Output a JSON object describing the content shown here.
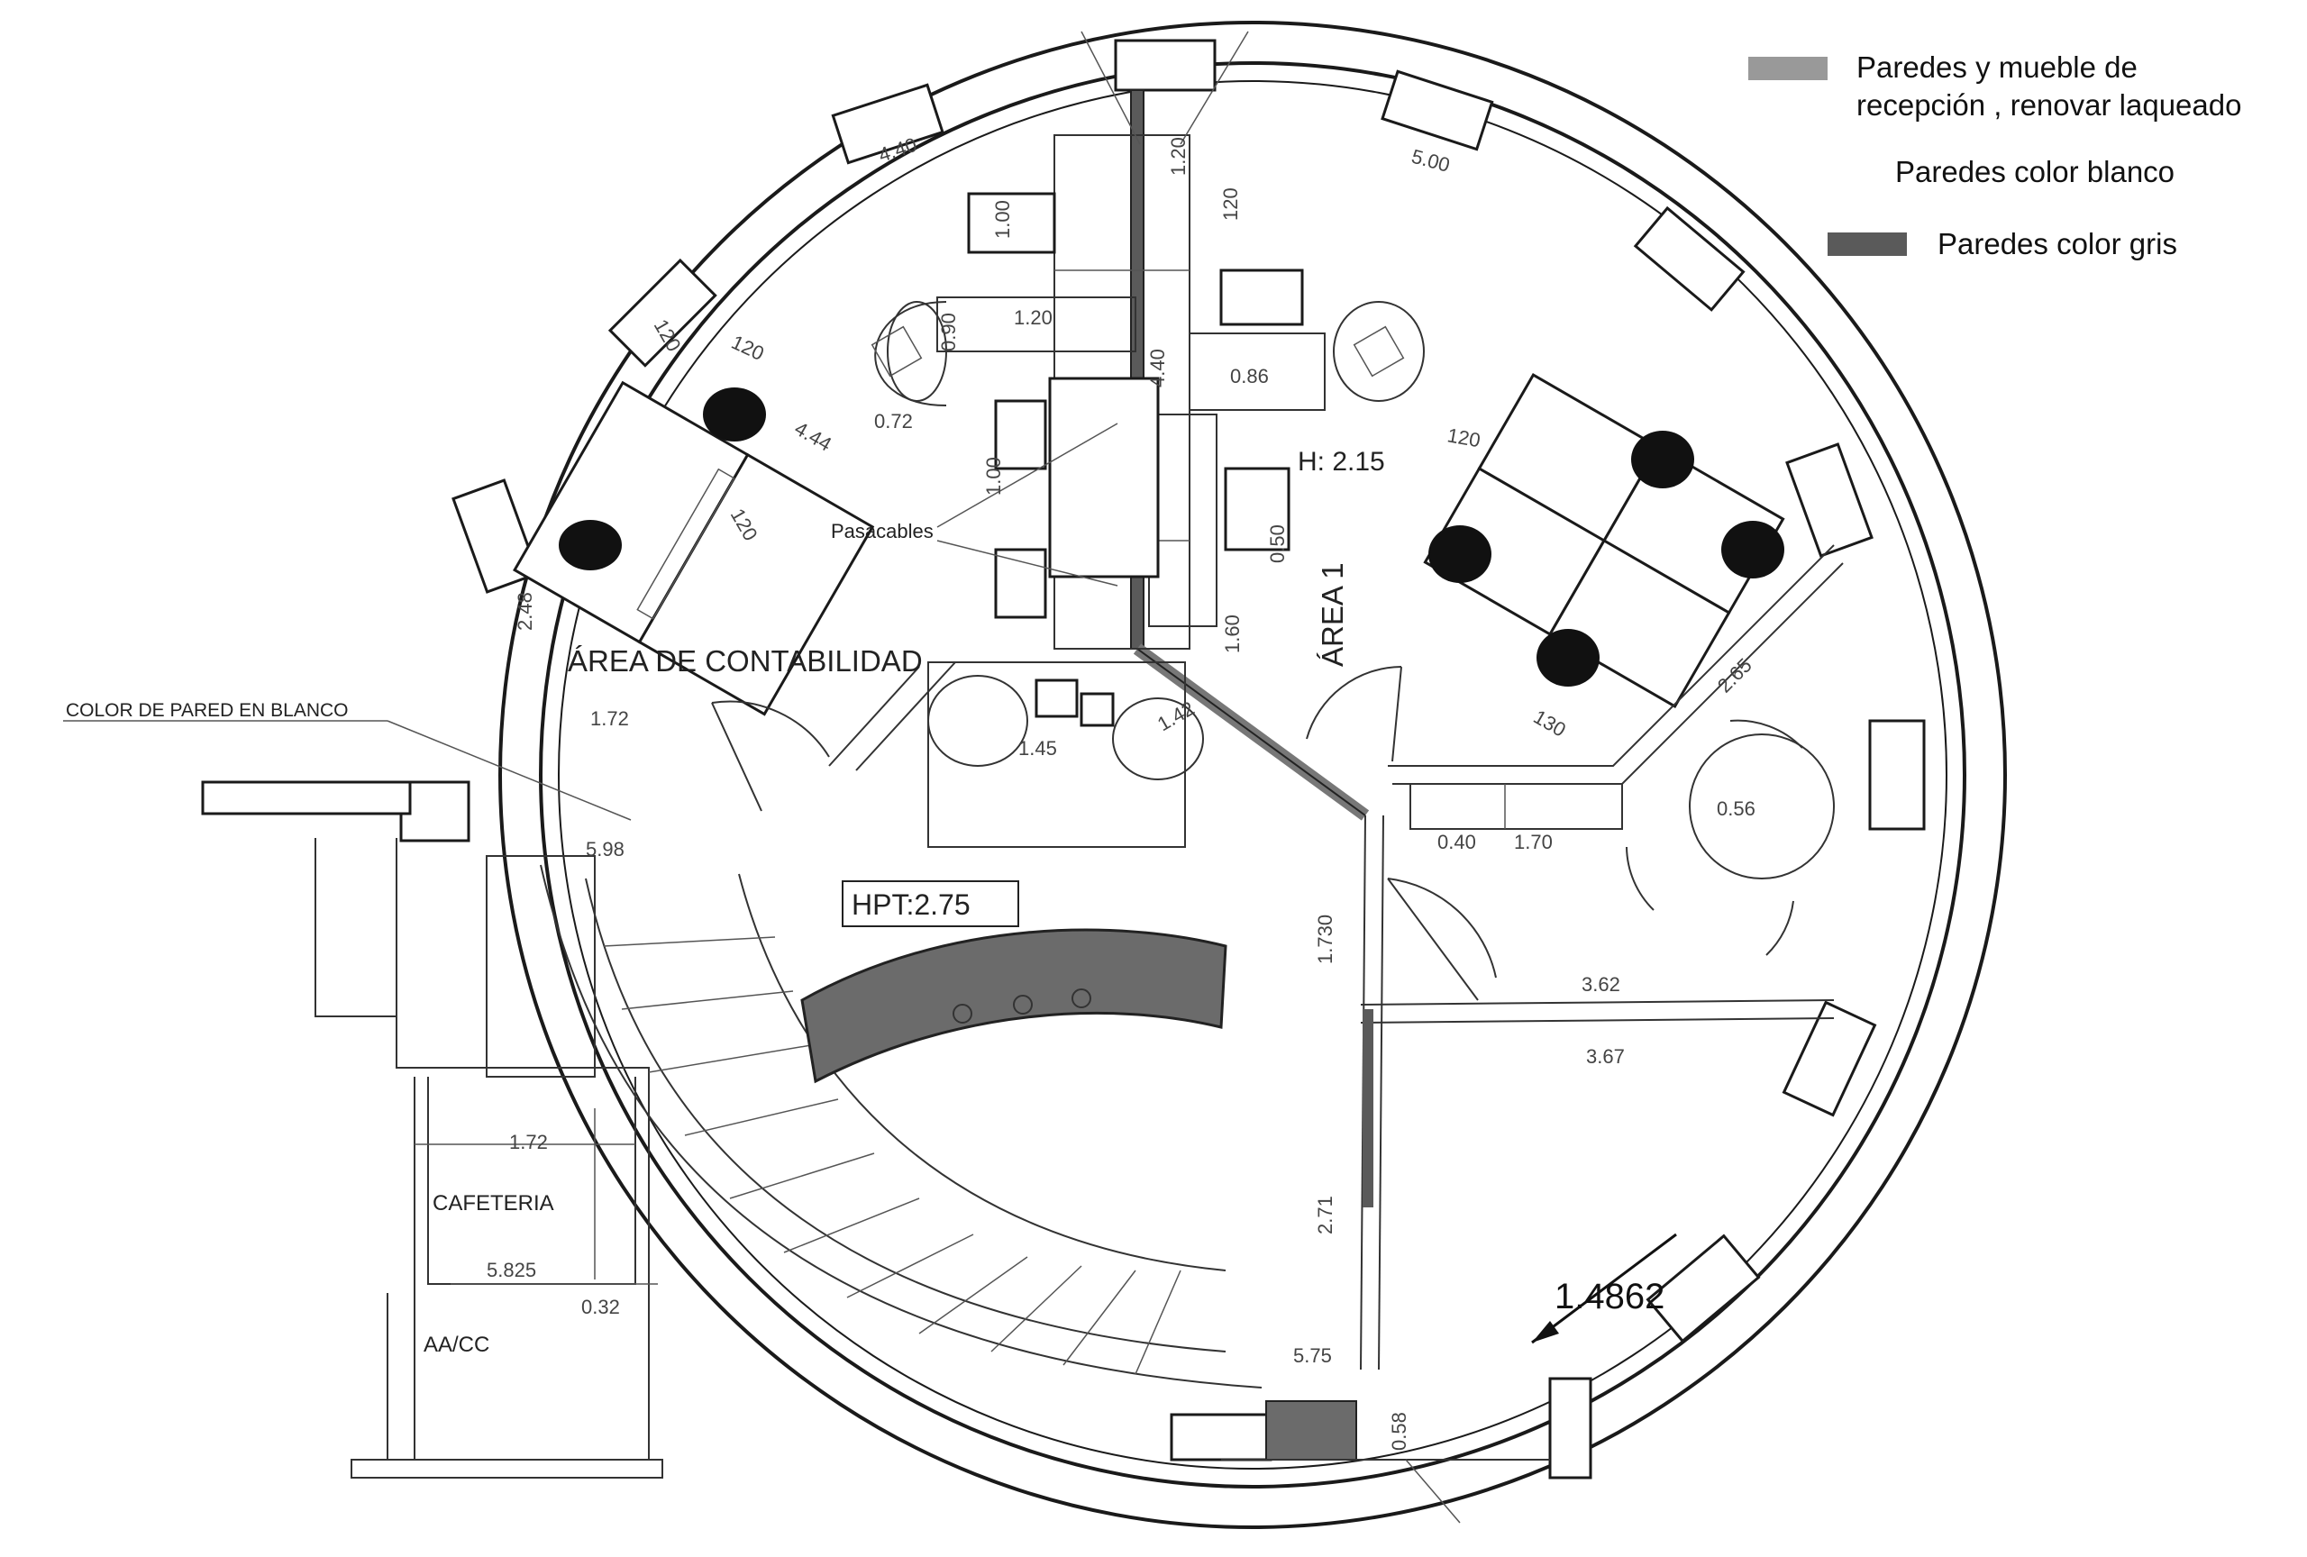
{
  "legend": {
    "item1_line1": "Paredes y mueble de",
    "item1_line2": "recepción , renovar laqueado",
    "item1_color": "#999999",
    "item2": "Paredes color blanco",
    "item3": "Paredes color gris",
    "item3_color": "#5a5a5a"
  },
  "rooms": {
    "contabilidad": "ÁREA DE CONTABILIDAD",
    "area1": "ÁREA 1",
    "cafeteria": "CAFETERIA",
    "aacc": "AA/CC"
  },
  "notes": {
    "pasacables": "Pasacables",
    "wall_white": "COLOR DE PARED EN BLANCO",
    "h215": "H: 2.15",
    "hpt": "HPT:2.75",
    "big_dim": "1.4862"
  },
  "dims": {
    "d440_top": "4.40",
    "d500": "5.00",
    "d120_left": "120",
    "d100_left": "1.00",
    "d120_mid": "1.20",
    "d120_v": "1.20",
    "d120_desk": "120",
    "d444": "4.44",
    "d120_desk2": "120",
    "d090": "0.90",
    "d072": "0.72",
    "d248": "2.48",
    "d172_a": "1.72",
    "d145": "1.45",
    "d142": "1.42",
    "d100_b": "1.00",
    "d086": "0.86",
    "d440_v": "4.40",
    "d120_r": "120",
    "d120_r2": "120",
    "d130": "130",
    "d265": "2.65",
    "d056": "0.56",
    "d040": "0.40",
    "d170": "1.70",
    "d362": "3.62",
    "d367": "3.67",
    "d1730": "1.730",
    "d271": "2.71",
    "d575": "5.75",
    "d058": "0.58",
    "d172_b": "1.72",
    "d5825": "5.825",
    "d032": "0.32",
    "d598": "5.98",
    "d160": "1.60",
    "d050": "0.50"
  }
}
